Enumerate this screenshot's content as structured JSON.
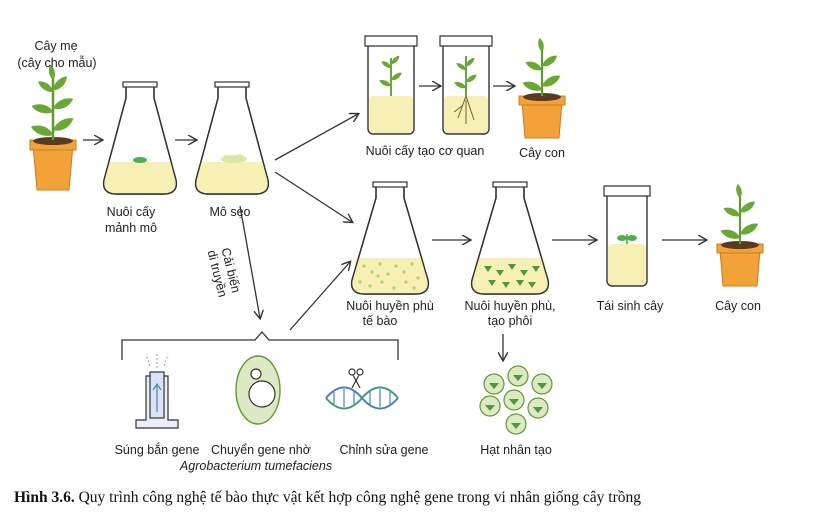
{
  "labels": {
    "mother_plant_1": "Cây mẹ",
    "mother_plant_2": "(cây cho mẫu)",
    "tissue_culture_1": "Nuôi cấy",
    "tissue_culture_2": "mảnh mô",
    "callus": "Mô sẹo",
    "organogenesis": "Nuôi cấy tạo cơ quan",
    "plantlet_top": "Cây con",
    "cell_suspension_1": "Nuôi huyền phù",
    "cell_suspension_2": "tế bào",
    "embryo_suspension_1": "Nuôi huyền phù,",
    "embryo_suspension_2": "tạo phôi",
    "regeneration": "Tái sinh cây",
    "plantlet_bottom": "Cây con",
    "genetic_modification_1": "Cải biến",
    "genetic_modification_2": "di truyền",
    "gene_gun": "Súng bắn gene",
    "agro_transfer": "Chuyển gene nhờ",
    "agro_species": "Agrobacterium tumefaciens",
    "gene_editing": "Chỉnh sửa gene",
    "artificial_seeds": "Hạt nhân tạo"
  },
  "caption": {
    "number": "Hình 3.6.",
    "text": "Quy trình công nghệ tế bào thực vật kết hợp công nghệ gene trong vi nhân giống cây trồng"
  },
  "colors": {
    "leaf": "#6aa834",
    "pot": "#f3a23a",
    "medium": "#f7f0b4",
    "callus": "#d9e7a6",
    "cell": "#dde8c4",
    "dna_blue": "#4a7fc0"
  }
}
